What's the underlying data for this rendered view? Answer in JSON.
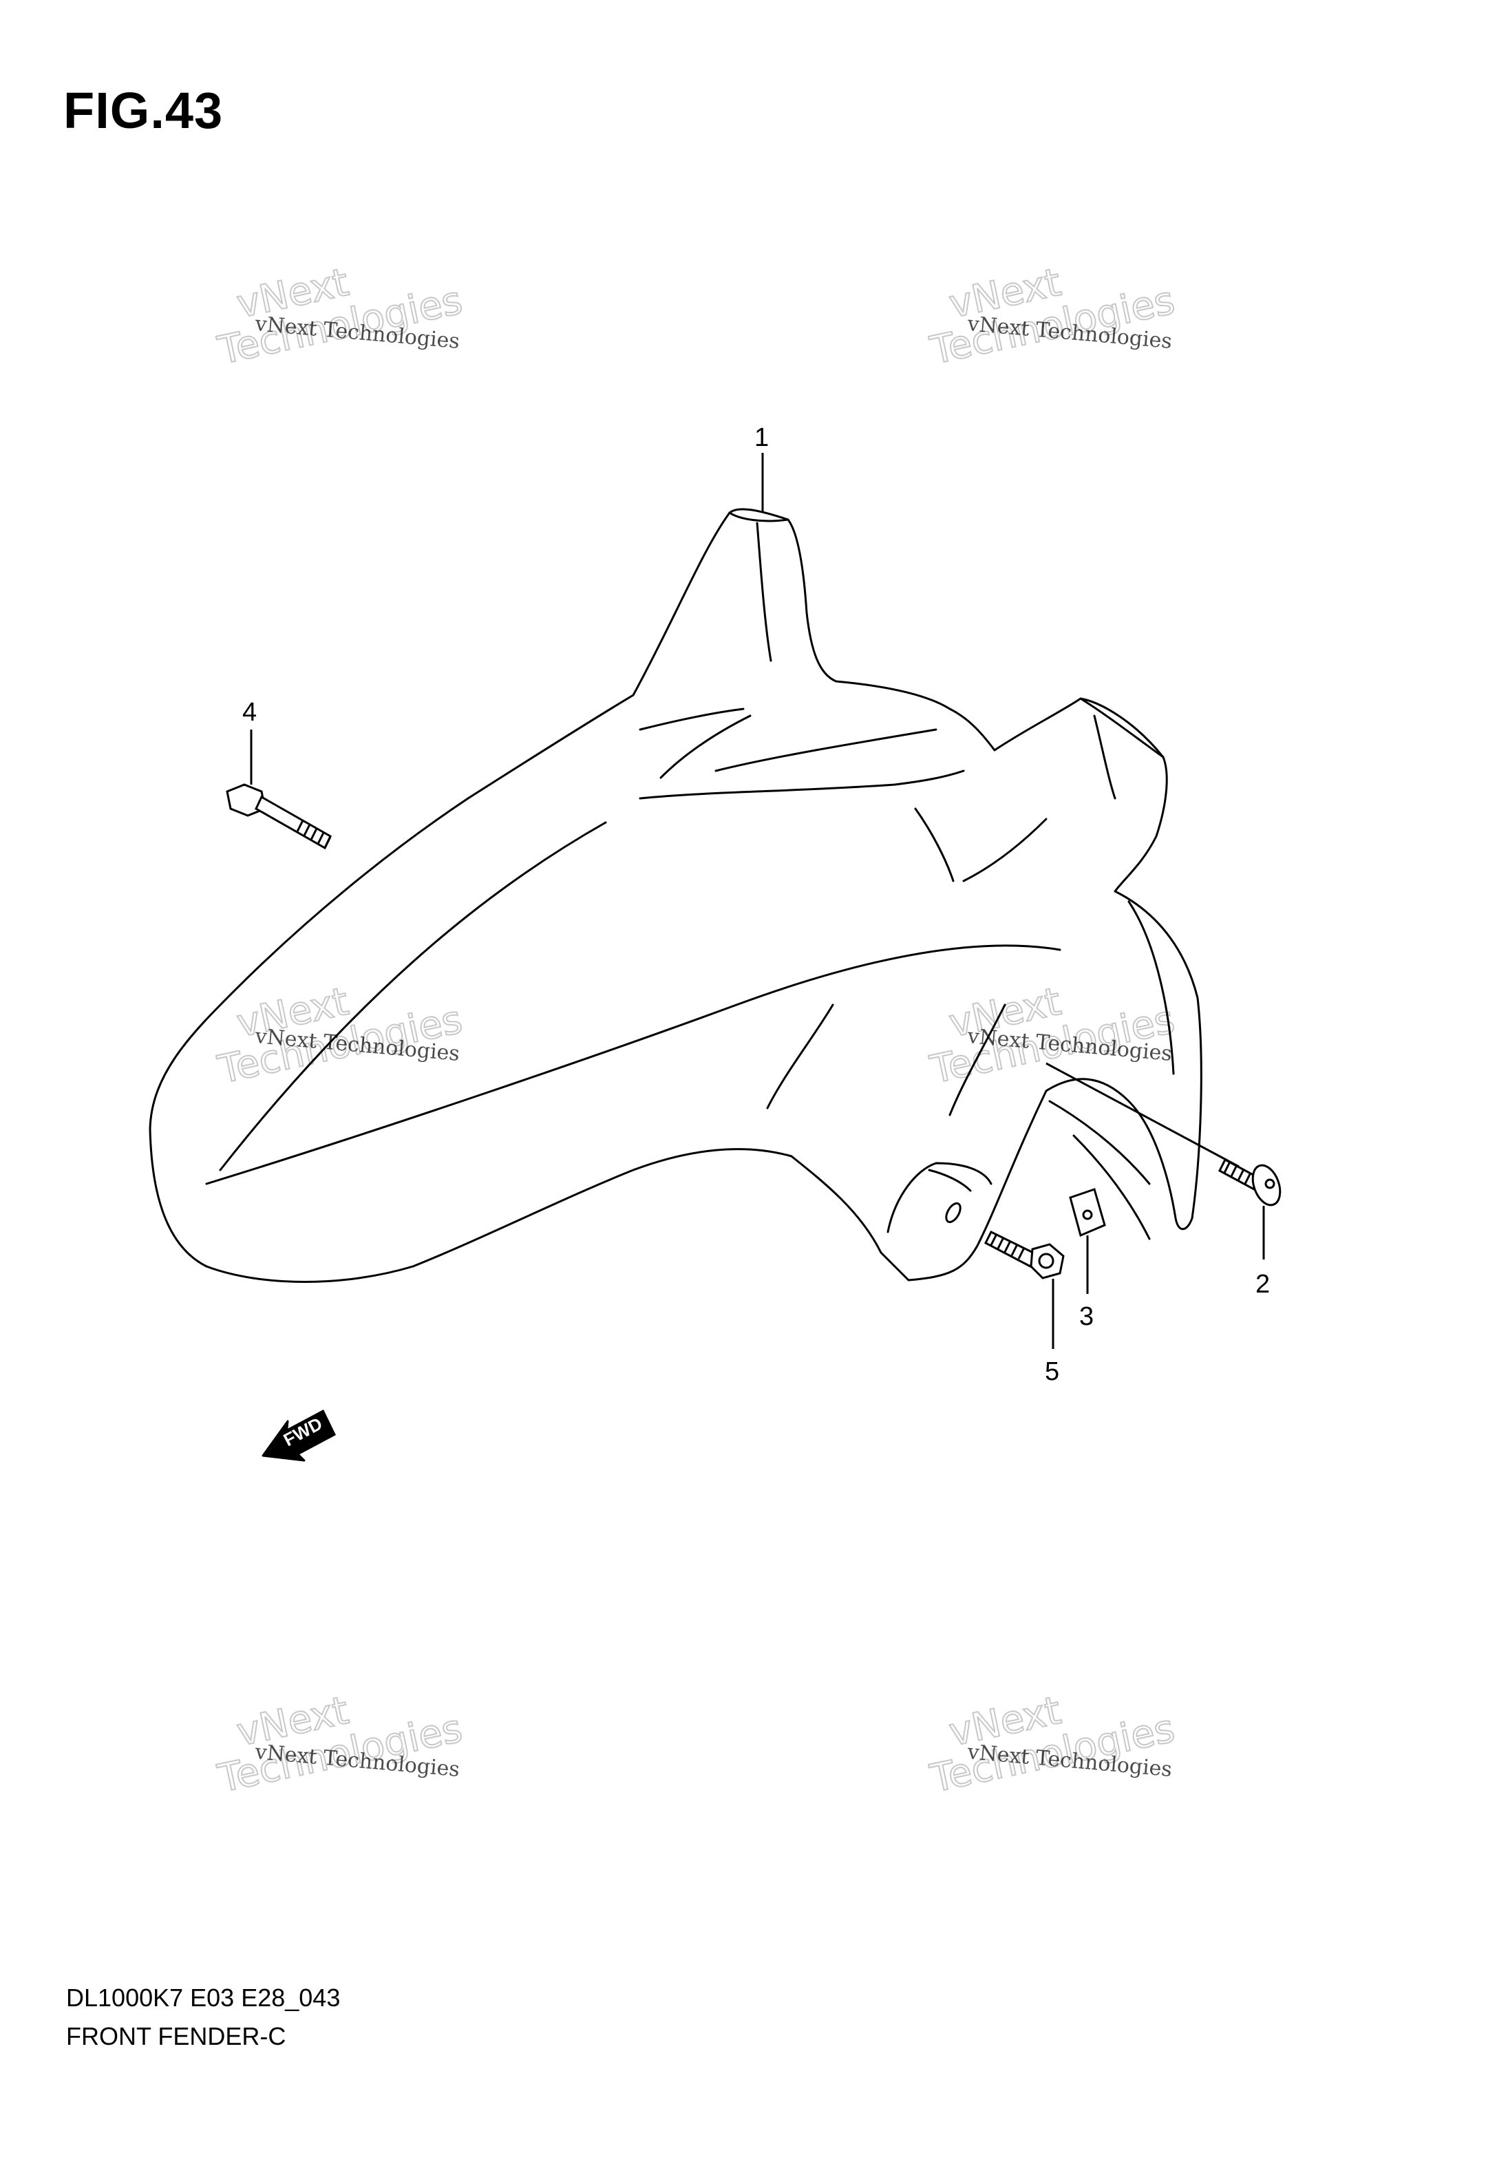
{
  "figure": {
    "title": "FIG.43"
  },
  "footer": {
    "code": "DL1000K7 E03 E28_043",
    "name": "FRONT FENDER-C"
  },
  "callouts": [
    "1",
    "2",
    "3",
    "4",
    "5"
  ],
  "watermark": {
    "line1": "vNext Technologies",
    "line2": "vNext",
    "line3": "Technologies"
  },
  "fwd_arrow": {
    "label": "FWD"
  }
}
